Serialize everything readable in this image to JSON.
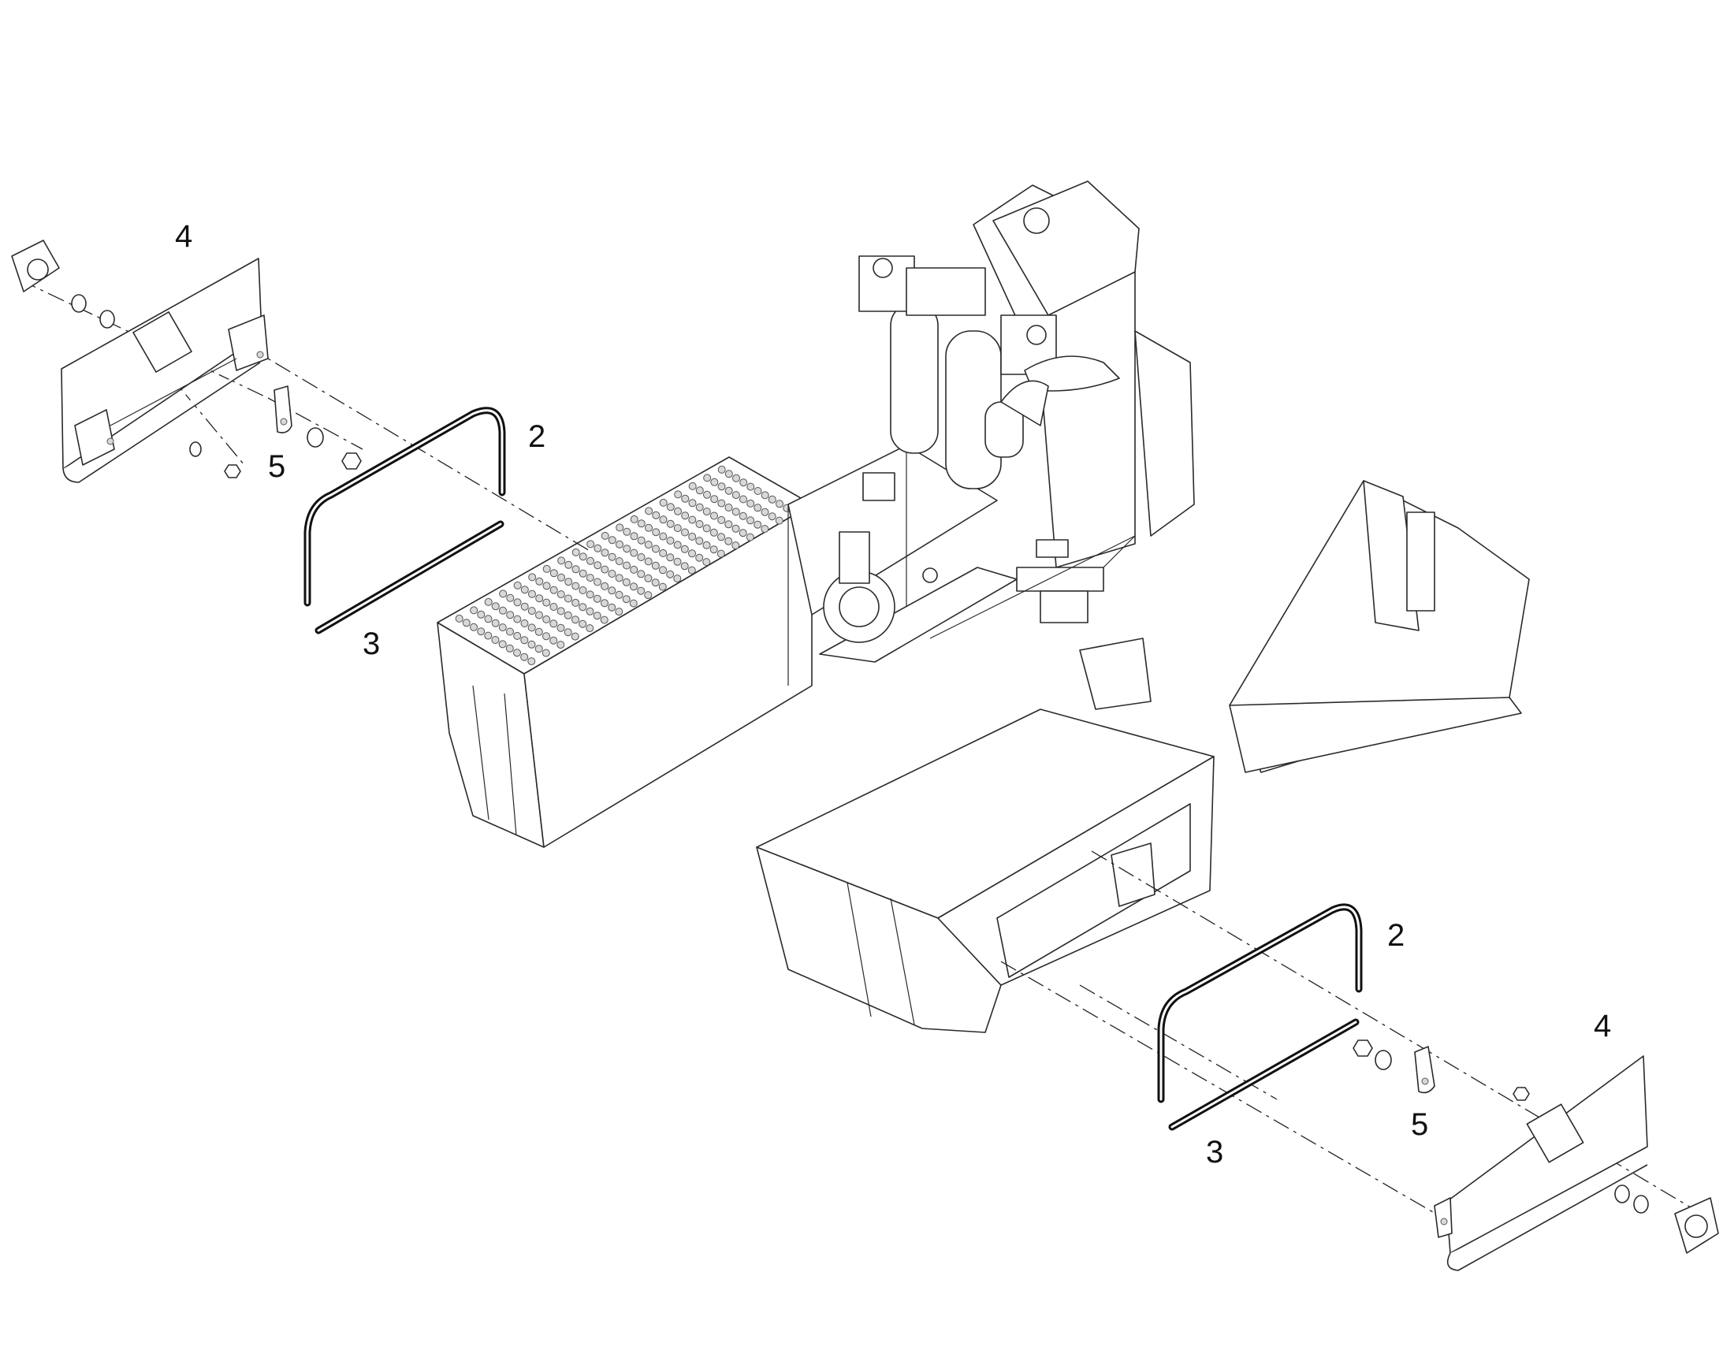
{
  "callouts": {
    "left": {
      "seal_frame": "2",
      "seal_strip": "3",
      "cover_plate": "4",
      "latch": "5"
    },
    "right": {
      "seal_frame": "2",
      "seal_strip": "3",
      "cover_plate": "4",
      "latch": "5"
    }
  },
  "colors": {
    "line": "#2a2a2a",
    "seal": "#111111",
    "background": "#ffffff"
  },
  "icons": [
    "quarter-turn-fastener-icon",
    "washer-icon",
    "nut-icon"
  ]
}
